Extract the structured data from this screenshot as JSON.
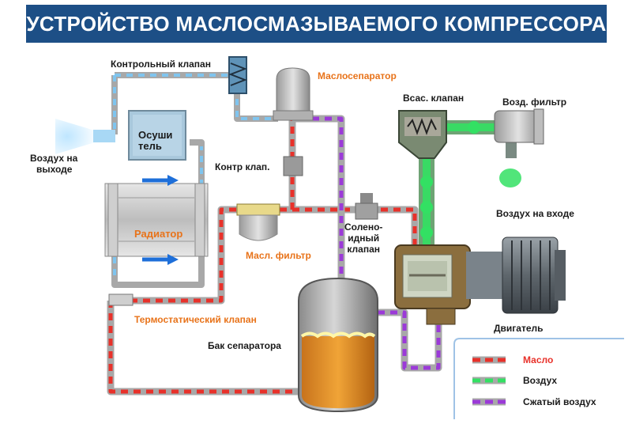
{
  "title": "УСТРОЙСТВО МАСЛОСМАЗЫВАЕМОГО КОМПРЕССОРА",
  "labels": {
    "control_valve": "Контрольный клапан",
    "oil_separator": "Маслосепаратор",
    "intake_valve": "Всас. клапан",
    "air_filter": "Возд. фильтр",
    "air_outlet_1": "Воздух на",
    "air_outlet_2": "выходе",
    "dryer_1": "Осуши",
    "dryer_2": "тель",
    "check_valve": "Контр клап.",
    "radiator": "Радиатор",
    "oil_filter": "Масл. фильтр",
    "solenoid_1": "Солено-",
    "solenoid_2": "идный",
    "solenoid_3": "клапан",
    "air_inlet": "Воздух на входе",
    "thermostatic_valve": "Термостатический клапан",
    "separator_tank": "Бак сепаратора",
    "motor": "Двигатель"
  },
  "legend": {
    "oil": "Масло",
    "air": "Воздух",
    "compressed_air": "Сжатый воздух"
  },
  "colors": {
    "title_bg": "#1d4f86",
    "oil": "#e8312a",
    "air": "#33e063",
    "compressed_air": "#9b3ad8",
    "pipe": "#a8a8a8",
    "cooling": "#7fc4ee",
    "label_orange": "#e8731a"
  }
}
